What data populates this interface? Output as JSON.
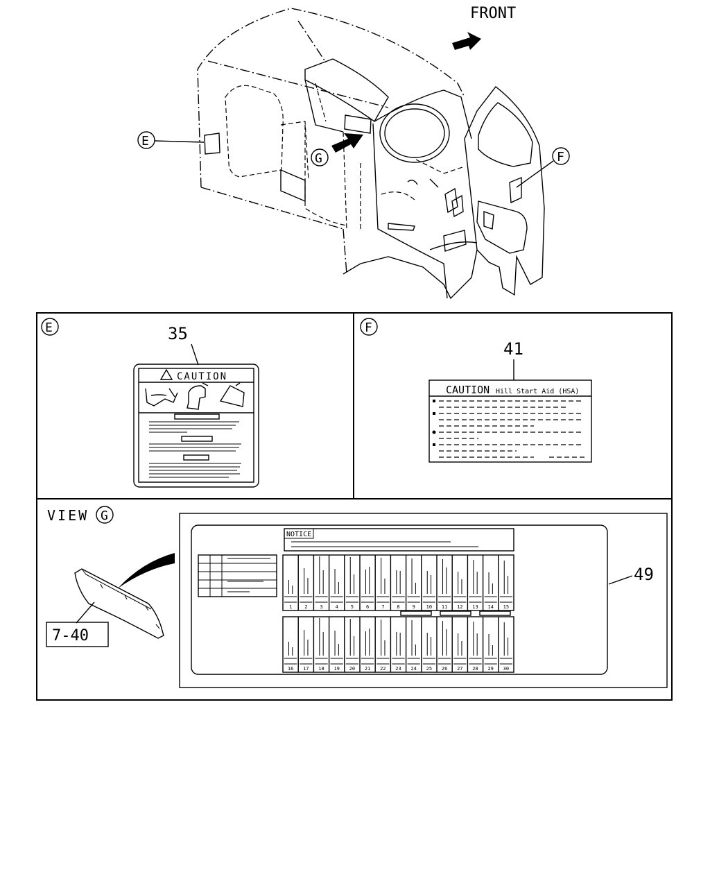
{
  "front_label": "FRONT",
  "callouts": {
    "e": "E",
    "f": "F",
    "g": "G"
  },
  "panel_e": {
    "marker": "E",
    "part_number": "35",
    "label_title": "CAUTION"
  },
  "panel_f": {
    "marker": "F",
    "part_number": "41",
    "label_title": "CAUTION",
    "label_subtitle": "Hill Start Aid (HSA)"
  },
  "panel_g": {
    "view_label": "VIEW",
    "marker": "G",
    "reference_box": "7-40",
    "part_number": "49",
    "notice_label": "NOTICE",
    "fuse_numbers_top": [
      "1",
      "2",
      "3",
      "4",
      "5",
      "6",
      "7",
      "8",
      "9",
      "10",
      "11",
      "12",
      "13",
      "14",
      "15"
    ],
    "fuse_numbers_bottom": [
      "16",
      "17",
      "18",
      "19",
      "20",
      "21",
      "22",
      "23",
      "24",
      "25",
      "26",
      "27",
      "28",
      "29",
      "30"
    ]
  }
}
